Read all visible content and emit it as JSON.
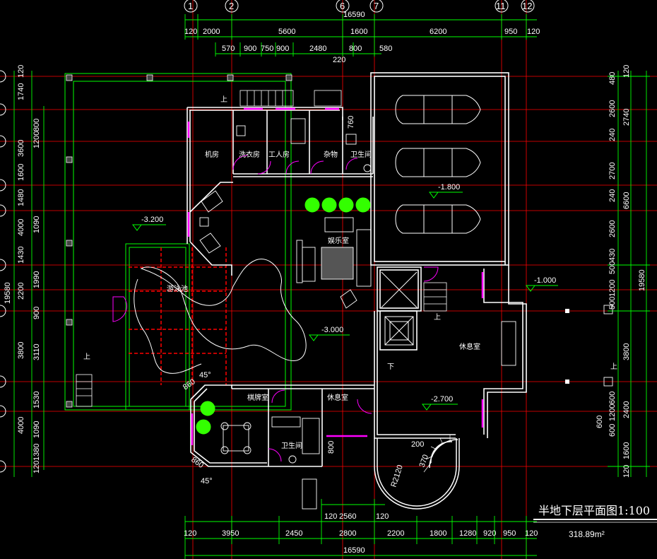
{
  "drawing": {
    "title": "半地下层平面图1:100",
    "area": "318.89m²"
  },
  "grid_axes": {
    "top": [
      "1",
      "2",
      "6",
      "7",
      "11",
      "12"
    ]
  },
  "dimensions": {
    "top_total": "16590",
    "top_row1": [
      "120",
      "2000",
      "5600",
      "1600",
      "6200",
      "950",
      "120"
    ],
    "top_row2": [
      "570",
      "900",
      "750",
      "900",
      "2480",
      "800",
      "580"
    ],
    "top_small": "220",
    "bottom_row": [
      "120",
      "3950",
      "2450",
      "2800",
      "2200",
      "1800",
      "1280",
      "920",
      "950",
      "120"
    ],
    "bottom_inner": [
      "120",
      "2560",
      "120"
    ],
    "bottom_total": "16590",
    "left_outer": [
      "120",
      "1740",
      "3600",
      "1600",
      "1480",
      "4000",
      "1430",
      "2200",
      "900",
      "3800",
      "1530",
      "4000",
      "1380",
      "120"
    ],
    "left_inner": [
      "800",
      "1200",
      "1090",
      "1990",
      "3110",
      "1090"
    ],
    "left_total": "19580",
    "right_outer": [
      "120",
      "2740",
      "6600",
      "3800",
      "2400",
      "1600",
      "120"
    ],
    "right_inner": [
      "480",
      "2600",
      "240",
      "2700",
      "240",
      "2600",
      "500",
      "430",
      "1200",
      "500",
      "600",
      "600",
      "1200",
      "600"
    ],
    "right_total": "19580",
    "misc": [
      "760",
      "800",
      "200",
      "370",
      "R2120",
      "860",
      "860",
      "45°",
      "45°"
    ]
  },
  "rooms": {
    "machine": "机房",
    "laundry": "洗衣房",
    "worker": "工人房",
    "storage": "杂物",
    "bath_top": "卫生间",
    "entertainment": "娱乐室",
    "pool": "游泳池",
    "chess": "棋牌室",
    "rest_mid": "休息室",
    "bath_bottom": "卫生间",
    "rest_right": "休息室"
  },
  "levels": {
    "pool_deck": "-3.200",
    "garage": "-1.800",
    "main": "-3.000",
    "terrace": "-1.000",
    "lower": "-2.700"
  },
  "stairs": {
    "up1": "上",
    "up2": "上",
    "up3": "上",
    "up4": "上",
    "down": "下"
  },
  "colors": {
    "background": "#000000",
    "wall": "#ffffff",
    "grid_red": "#ff0000",
    "dim_green": "#00ff00",
    "door_magenta": "#ff00ff",
    "plant_green": "#33ff00"
  }
}
